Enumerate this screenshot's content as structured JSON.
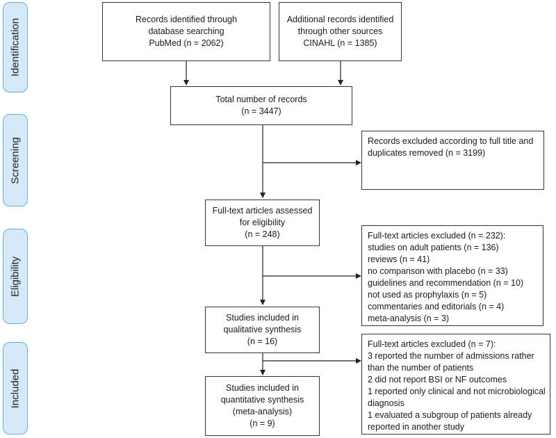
{
  "stages": {
    "identification": "Identification",
    "screening": "Screening",
    "eligibility": "Eligibility",
    "included": "Included"
  },
  "boxes": {
    "database_records": [
      "Records identified through",
      "database searching",
      "PubMed (n = 2062)"
    ],
    "other_records": [
      "Additional records identified",
      "through other sources",
      "CINAHL (n = 1385)"
    ],
    "total_records": [
      "Total number of records",
      "(n = 3447)"
    ],
    "excluded_title": [
      "Records excluded according to full title and",
      "duplicates removed (n = 3199)"
    ],
    "fulltext_assessed": [
      "Full-text articles assessed",
      "for eligibility",
      "(n = 248)"
    ],
    "fulltext_excluded_1": [
      "Full-text articles excluded (n = 232):",
      "studies on adult patients (n = 136)",
      "reviews (n = 41)",
      "no comparison with placebo (n = 33)",
      "guidelines and recommendation (n = 10)",
      "not used as prophylaxis (n = 5)",
      "commentaries and editorials (n = 4)",
      "meta-analysis (n = 3)"
    ],
    "qualitative": [
      "Studies included in",
      "qualitative synthesis",
      "(n = 16)"
    ],
    "fulltext_excluded_2": [
      "Full-text articles excluded (n = 7):",
      "3 reported the number of admissions rather",
      "than the number of patients",
      "2 did not report BSI or NF outcomes",
      "1 reported only clinical and not microbiological",
      "diagnosis",
      "1 evaluated a subgroup of patients already",
      "reported in another study"
    ],
    "quantitative": [
      "Studies included in",
      "quantitative synthesis",
      "(meta-analysis)",
      "(n = 9)"
    ]
  },
  "colors": {
    "stage_fill": "#d6e9f9",
    "stage_border": "#6fa8d6",
    "box_border": "#333333",
    "arrow": "#222222"
  }
}
